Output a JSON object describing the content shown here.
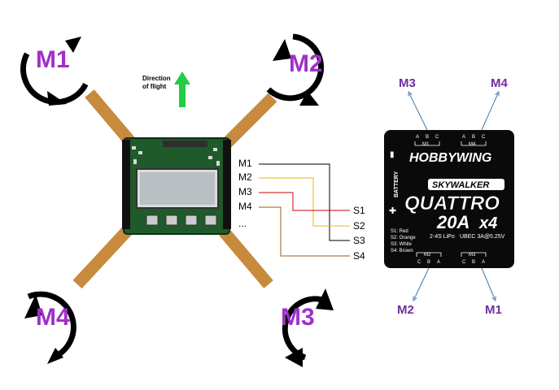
{
  "quad": {
    "motors": {
      "m1": "M1",
      "m2": "M2",
      "m3": "M3",
      "m4": "M4"
    },
    "direction": {
      "line1": "Direction",
      "line2": "of flight"
    }
  },
  "connections": {
    "left": [
      "M1",
      "M2",
      "M3",
      "M4",
      "..."
    ],
    "right": [
      "S1",
      "S2",
      "S3",
      "S4"
    ],
    "colors": {
      "m1_s3": "#000000",
      "m2_s2": "#f0b400",
      "m3_s1": "#d00000",
      "m4_s4": "#a05a14"
    }
  },
  "esc": {
    "brand": "HOBBYWING",
    "series": "SKYWALKER",
    "model_line1": "QUATTRO",
    "model_line2": "20A",
    "model_suffix": "x4",
    "battery": "BATTERY",
    "spec_lipo": "2-4S LiPo",
    "spec_ubec": "UBEC 3A@5.25V",
    "signal_legend": [
      "S1: Red",
      "S2: Orange",
      "S3: White",
      "S4: Brown"
    ],
    "top_connectors": {
      "left_name": "M1",
      "right_name": "M4",
      "pins_left": [
        "A",
        "B",
        "C"
      ],
      "pins_right": [
        "A",
        "B",
        "C"
      ]
    },
    "bottom_connectors": {
      "left_name": "M2",
      "right_name": "M3",
      "pins_left": [
        "C",
        "B",
        "A"
      ],
      "pins_right": [
        "C",
        "B",
        "A"
      ]
    },
    "outer_labels": {
      "top_left": "M3",
      "top_right": "M4",
      "bottom_left": "M2",
      "bottom_right": "M1"
    }
  }
}
